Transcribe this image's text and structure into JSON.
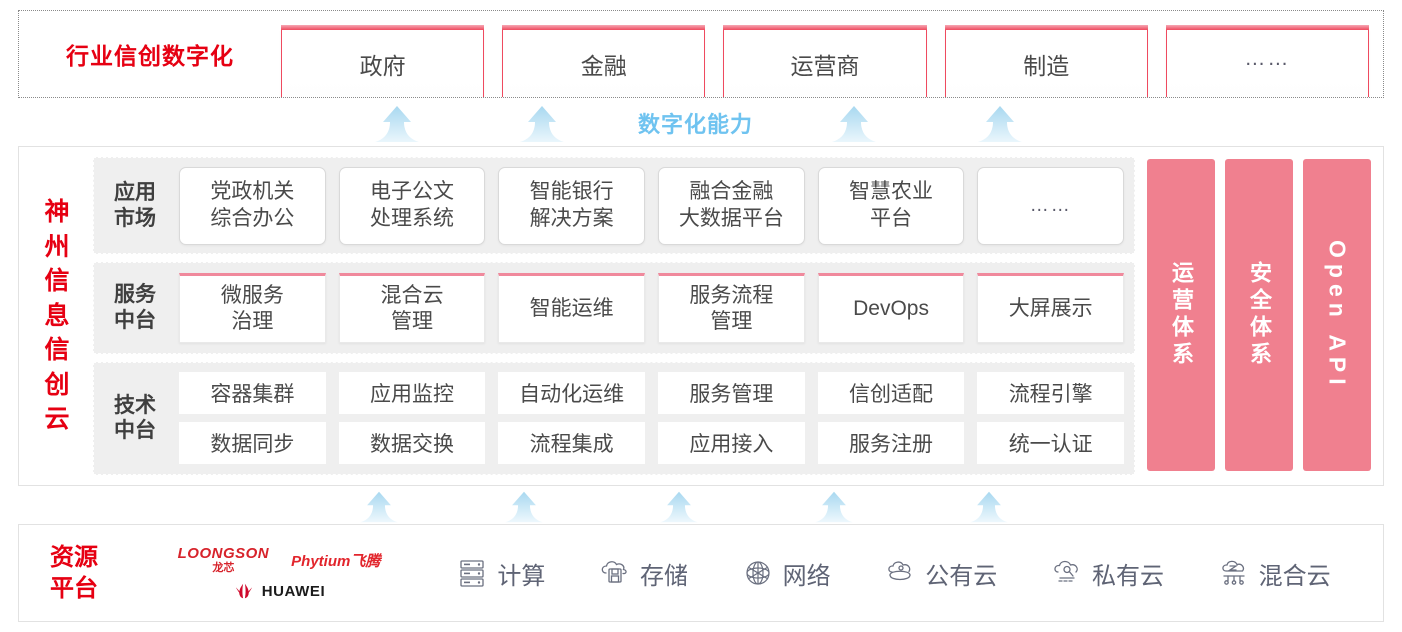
{
  "industry": {
    "title": "行业信创数字化",
    "boxes": [
      {
        "label": "政府"
      },
      {
        "label": "金融"
      },
      {
        "label": "运营商"
      },
      {
        "label": "制造"
      },
      {
        "label": "……"
      }
    ]
  },
  "capability": {
    "label": "数字化能力",
    "arrow_count_top": 4,
    "arrow_count_bottom": 5,
    "arrow_color": "#bfe2f5"
  },
  "cloud": {
    "title": "神州信息信创云",
    "title_chars": [
      "神",
      "州",
      "信",
      "息",
      "信",
      "创",
      "云"
    ],
    "rows": [
      {
        "label": "应用\n市场",
        "label_lines": [
          "应用",
          "市场"
        ],
        "type": "app",
        "items": [
          {
            "lines": [
              "党政机关",
              "综合办公"
            ]
          },
          {
            "lines": [
              "电子公文",
              "处理系统"
            ]
          },
          {
            "lines": [
              "智能银行",
              "解决方案"
            ]
          },
          {
            "lines": [
              "融合金融",
              "大数据平台"
            ]
          },
          {
            "lines": [
              "智慧农业",
              "平台"
            ]
          },
          {
            "lines": [
              "……"
            ],
            "dots": true
          }
        ]
      },
      {
        "label_lines": [
          "服务",
          "中台"
        ],
        "type": "service",
        "items": [
          {
            "lines": [
              "微服务",
              "治理"
            ]
          },
          {
            "lines": [
              "混合云",
              "管理"
            ]
          },
          {
            "lines": [
              "智能运维"
            ]
          },
          {
            "lines": [
              "服务流程",
              "管理"
            ]
          },
          {
            "lines": [
              "DevOps"
            ]
          },
          {
            "lines": [
              "大屏展示"
            ]
          }
        ]
      },
      {
        "label_lines": [
          "技术",
          "中台"
        ],
        "type": "tech",
        "line1": [
          "容器集群",
          "应用监控",
          "自动化运维",
          "服务管理",
          "信创适配",
          "流程引擎"
        ],
        "line2": [
          "数据同步",
          "数据交换",
          "流程集成",
          "应用接入",
          "服务注册",
          "统一认证"
        ]
      }
    ],
    "pillars": [
      {
        "label": "运营体系",
        "color": "#f0808f"
      },
      {
        "label": "安全体系",
        "color": "#f0808f"
      },
      {
        "label": "Open API",
        "color": "#f0808f"
      }
    ]
  },
  "resource": {
    "title_lines": [
      "资源",
      "平台"
    ],
    "logos": [
      {
        "name": "loongson-logo",
        "en": "LOONGSON",
        "cn": "龙芯"
      },
      {
        "name": "phytium-logo",
        "text": "Phytium飞腾"
      },
      {
        "name": "huawei-logo",
        "text": "HUAWEI"
      }
    ],
    "items": [
      {
        "icon": "server-icon",
        "label": "计算"
      },
      {
        "icon": "cloud-storage-icon",
        "label": "存储"
      },
      {
        "icon": "network-icon",
        "label": "网络"
      },
      {
        "icon": "public-cloud-icon",
        "label": "公有云"
      },
      {
        "icon": "private-cloud-icon",
        "label": "私有云"
      },
      {
        "icon": "hybrid-cloud-icon",
        "label": "混合云"
      }
    ]
  },
  "colors": {
    "brand_red": "#e60012",
    "pink": "#f0808f",
    "arrow_blue": "#bfe2f5",
    "capability_blue": "#6fc3f0",
    "row_bg": "#efefef"
  }
}
